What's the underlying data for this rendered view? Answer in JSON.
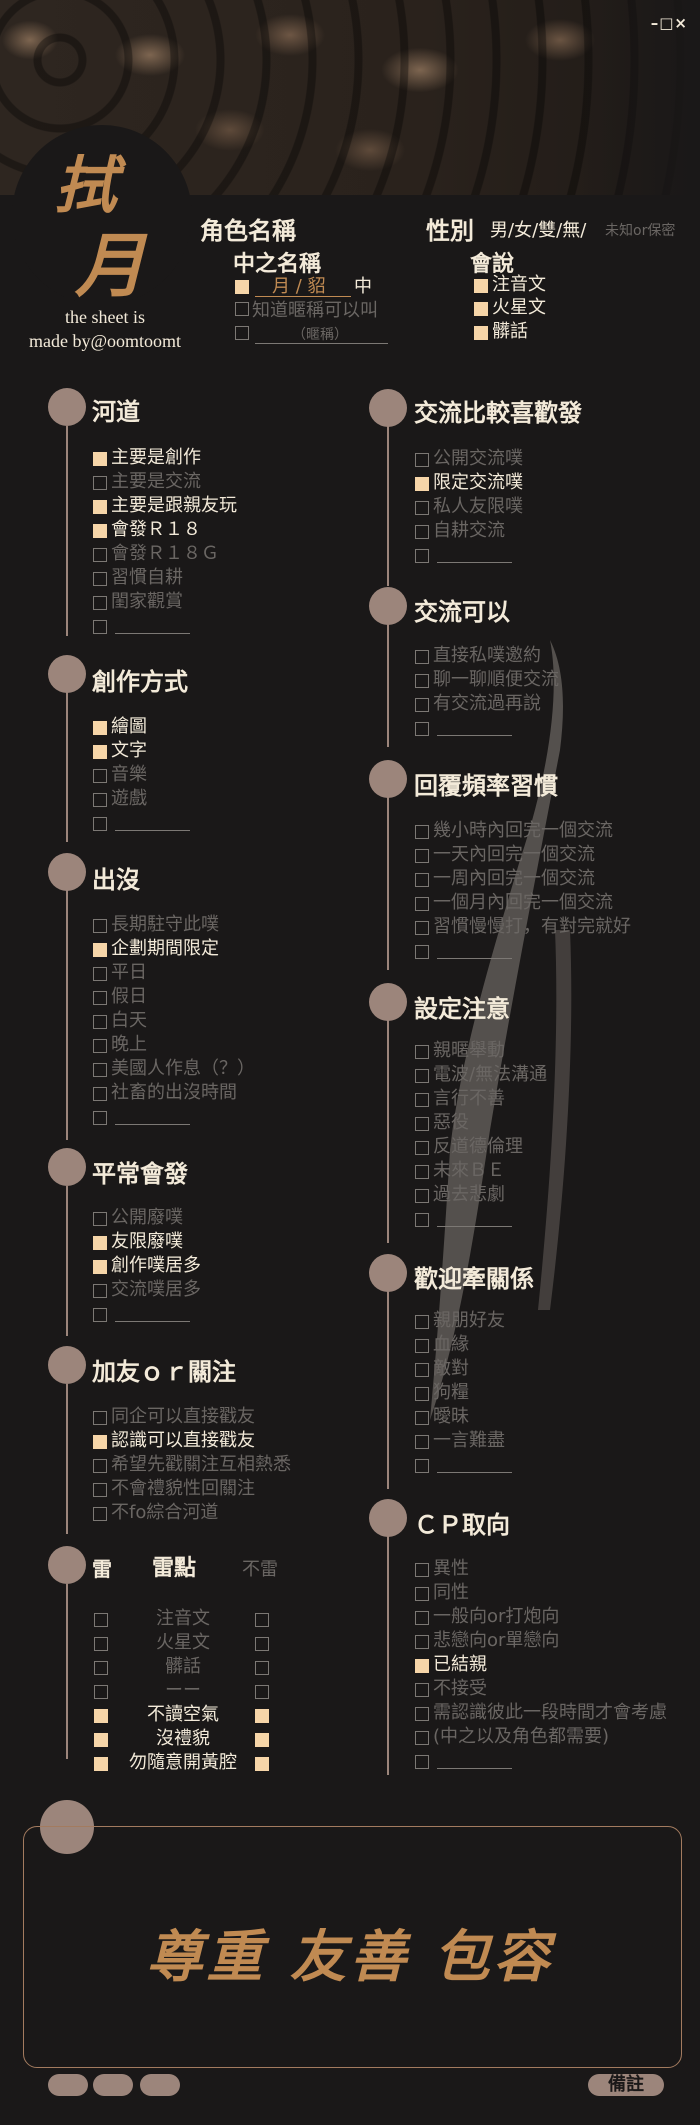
{
  "window_controls": "–□×",
  "logo": {
    "line1": "拭",
    "line2": "月",
    "credit1": "the sheet is",
    "credit2": "made by@oomtoomt"
  },
  "profile": {
    "name_label": "角色名稱",
    "nick_label": "中之名稱",
    "nick_value": "月 / 貂",
    "nick_suffix": "中",
    "nick_opt2": "知道暱稱可以叫",
    "nick_opt3": "（暱稱）",
    "gender_label": "性別",
    "gender_values": "男/女/雙/無/",
    "gender_extra": "未知or保密",
    "lang_label": "會說",
    "langs": [
      "注音文",
      "火星文",
      "髒話"
    ]
  },
  "sections": {
    "river": {
      "title": "河道",
      "items": [
        {
          "label": "主要是創作",
          "on": true
        },
        {
          "label": "主要是交流",
          "on": false
        },
        {
          "label": "主要是跟親友玩",
          "on": true
        },
        {
          "label": "會發Ｒ１８",
          "on": true
        },
        {
          "label": "會發Ｒ１８Ｇ",
          "on": false
        },
        {
          "label": "習慣自耕",
          "on": false
        },
        {
          "label": "閨家觀賞",
          "on": false
        },
        {
          "label": "",
          "on": false
        }
      ]
    },
    "create": {
      "title": "創作方式",
      "items": [
        {
          "label": "繪圖",
          "on": true
        },
        {
          "label": "文字",
          "on": true
        },
        {
          "label": "音樂",
          "on": false
        },
        {
          "label": "遊戲",
          "on": false
        },
        {
          "label": "",
          "on": false
        }
      ]
    },
    "appear": {
      "title": "出沒",
      "items": [
        {
          "label": "長期駐守此噗",
          "on": false
        },
        {
          "label": "企劃期間限定",
          "on": true
        },
        {
          "label": "平日",
          "on": false
        },
        {
          "label": "假日",
          "on": false
        },
        {
          "label": "白天",
          "on": false
        },
        {
          "label": "晚上",
          "on": false
        },
        {
          "label": "美國人作息（？）",
          "on": false
        },
        {
          "label": "社畜的出沒時間",
          "on": false
        },
        {
          "label": "",
          "on": false
        }
      ]
    },
    "usual": {
      "title": "平常會發",
      "items": [
        {
          "label": "公開廢噗",
          "on": false
        },
        {
          "label": "友限廢噗",
          "on": true
        },
        {
          "label": "創作噗居多",
          "on": true
        },
        {
          "label": "交流噗居多",
          "on": false
        },
        {
          "label": "",
          "on": false
        }
      ]
    },
    "follow": {
      "title": "加友ｏｒ關注",
      "items": [
        {
          "label": "同企可以直接戳友",
          "on": false
        },
        {
          "label": "認識可以直接戳友",
          "on": true
        },
        {
          "label": "希望先戳關注互相熱悉",
          "on": false
        },
        {
          "label": "不會禮貌性回關注",
          "on": false
        },
        {
          "label": "不fo綜合河道",
          "on": false
        }
      ]
    },
    "mines": {
      "title": "雷",
      "center": "雷點",
      "right": "不雷",
      "items": [
        "注音文",
        "火星文",
        "髒話",
        "ーー",
        "不讀空氣",
        "沒禮貌",
        "勿隨意開黃腔"
      ]
    },
    "prefer": {
      "title": "交流比較喜歡發",
      "items": [
        {
          "label": "公開交流噗",
          "on": false
        },
        {
          "label": "限定交流噗",
          "on": true
        },
        {
          "label": "私人友限噗",
          "on": false
        },
        {
          "label": "自耕交流",
          "on": false
        },
        {
          "label": "",
          "on": false
        }
      ]
    },
    "can": {
      "title": "交流可以",
      "items": [
        {
          "label": "直接私噗邀約",
          "on": false
        },
        {
          "label": "聊一聊順便交流",
          "on": false
        },
        {
          "label": "有交流過再說",
          "on": false
        },
        {
          "label": "",
          "on": false
        }
      ]
    },
    "reply": {
      "title": "回覆頻率習慣",
      "items": [
        {
          "label": "幾小時內回完一個交流",
          "on": false
        },
        {
          "label": "一天內回完一個交流",
          "on": false
        },
        {
          "label": "一周內回完一個交流",
          "on": false
        },
        {
          "label": "一個月內回完一個交流",
          "on": false
        },
        {
          "label": "習慣慢慢打，有對完就好",
          "on": false
        },
        {
          "label": "",
          "on": false
        }
      ]
    },
    "setting": {
      "title": "設定注意",
      "items": [
        {
          "label": "親暱舉動",
          "on": false
        },
        {
          "label": "電波/無法溝通",
          "on": false
        },
        {
          "label": "言行不善",
          "on": false
        },
        {
          "label": "惡役",
          "on": false
        },
        {
          "label": "反道德倫理",
          "on": false
        },
        {
          "label": "未來ＢＥ",
          "on": false
        },
        {
          "label": "過去悲劇",
          "on": false
        },
        {
          "label": "",
          "on": false
        }
      ]
    },
    "relation": {
      "title": "歡迎牽關係",
      "items": [
        {
          "label": "親朋好友",
          "on": false
        },
        {
          "label": "血緣",
          "on": false
        },
        {
          "label": "敵對",
          "on": false
        },
        {
          "label": "狗糧",
          "on": false
        },
        {
          "label": "曖昧",
          "on": false
        },
        {
          "label": "一言難盡",
          "on": false
        },
        {
          "label": "",
          "on": false
        }
      ]
    },
    "cp": {
      "title": "ＣＰ取向",
      "items": [
        {
          "label": "異性",
          "on": false
        },
        {
          "label": "同性",
          "on": false
        },
        {
          "label": "一般向or打炮向",
          "on": false
        },
        {
          "label": "悲戀向or單戀向",
          "on": false
        },
        {
          "label": "已結親",
          "on": true
        },
        {
          "label": "不接受",
          "on": false
        },
        {
          "label": "需認識彼此一段時間才會考慮",
          "on": false
        },
        {
          "label": "(中之以及角色都需要)",
          "on": false
        },
        {
          "label": "",
          "on": false
        }
      ]
    }
  },
  "motto": "尊重 友善 包容",
  "footer": {
    "note_label": "備註"
  },
  "colors": {
    "accent": "#c08a52",
    "checked": "#f6d5a8",
    "circle": "#9c857b",
    "bg": "#1a1818"
  }
}
